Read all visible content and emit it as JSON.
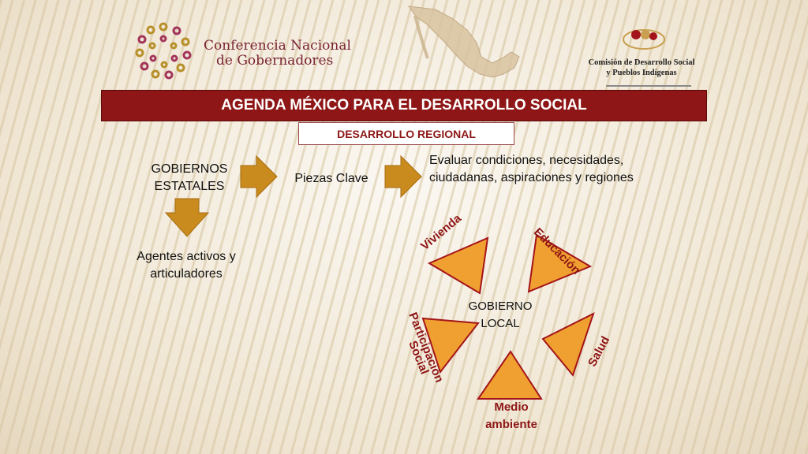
{
  "header": {
    "left_logo_line1": "Conferencia Nacional",
    "left_logo_line2": "de Gobernadores",
    "right_logo_line1": "Comisión de Desarrollo Social",
    "right_logo_line2": "y Pueblos Indígenas"
  },
  "title": "AGENDA MÉXICO PARA EL DESARROLLO SOCIAL",
  "subtitle": "DESARROLLO REGIONAL",
  "flow": {
    "gobiernos_line1": "GOBIERNOS",
    "gobiernos_line2": "ESTATALES",
    "piezas": "Piezas Clave",
    "evaluar_line1": "Evaluar condiciones, necesidades,",
    "evaluar_line2": "ciudadanas, aspiraciones y regiones",
    "agentes_line1": "Agentes activos y",
    "agentes_line2": "articuladores"
  },
  "cycle": {
    "center_line1": "GOBIERNO",
    "center_line2": "LOCAL",
    "vivienda": "Vivienda",
    "educacion": "Educación",
    "salud": "Salud",
    "medio_line1": "Medio",
    "medio_line2": "ambiente",
    "participacion_line1": "Participación",
    "participacion_line2": "Social"
  },
  "colors": {
    "accent": "#8e1616",
    "arrow": "#c98a1e",
    "triangle": "#f0a030",
    "triangle_border": "#a3141a"
  }
}
